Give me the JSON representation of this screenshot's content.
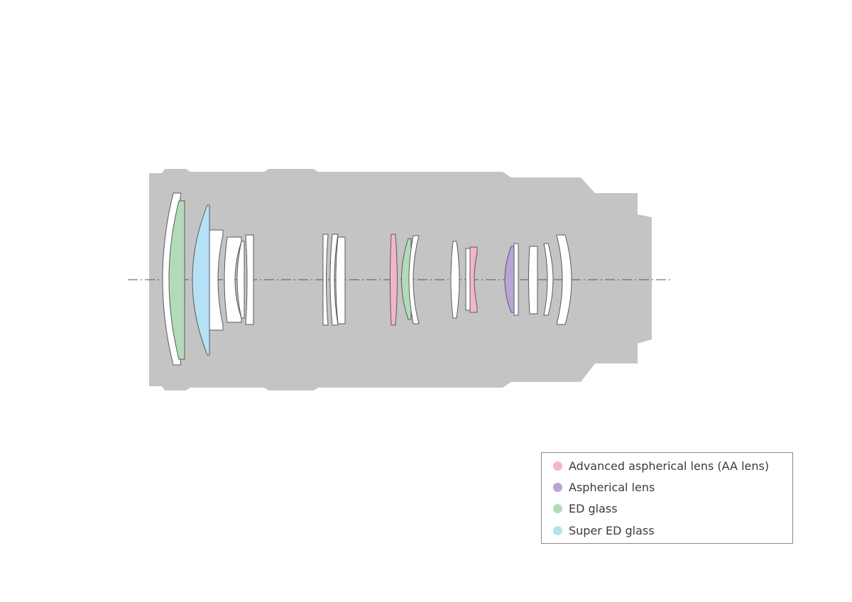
{
  "colors": {
    "barrel": "#c4c4c4",
    "outline": "#5a5a5a",
    "plain_glass": "#ffffff",
    "advanced_aspherical": "#f2b6cc",
    "aspherical": "#b8a4d6",
    "ed_glass": "#b2dcb9",
    "super_ed_glass": "#b6e0f5",
    "axis_line": "#555555"
  },
  "legend": {
    "items": [
      {
        "label": "Advanced aspherical lens (AA lens)",
        "color": "#f2b6cc",
        "icon": "pink-dot-icon"
      },
      {
        "label": "Aspherical lens",
        "color": "#b8a4d6",
        "icon": "purple-dot-icon"
      },
      {
        "label": "ED glass",
        "color": "#b2dcb9",
        "icon": "green-dot-icon"
      },
      {
        "label": "Super ED glass",
        "color": "#b6e0f5",
        "icon": "blue-dot-icon"
      }
    ]
  }
}
